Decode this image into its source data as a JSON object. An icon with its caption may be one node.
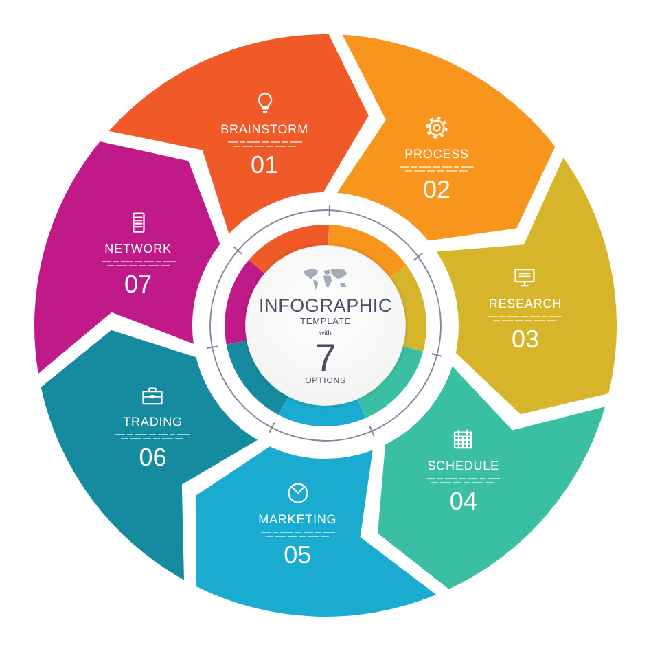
{
  "diagram": {
    "nodes": [
      {
        "text": [
          "BRAINSTORM",
          "01"
        ]
      },
      {
        "text": [
          "PROCESS",
          "02"
        ]
      },
      {
        "text": [
          "RESEARCH",
          "03"
        ]
      },
      {
        "text": [
          "SCHEDULE",
          "04"
        ]
      },
      {
        "text": [
          "MARKETING",
          "05"
        ]
      },
      {
        "text": [
          "TRADING",
          "06"
        ]
      },
      {
        "text": [
          "NETWORK",
          "07"
        ]
      },
      {
        "text": [
          "INFOGRAPHIC",
          "TEMPLATE",
          "with",
          "7",
          "OPTIONS"
        ]
      }
    ]
  }
}
